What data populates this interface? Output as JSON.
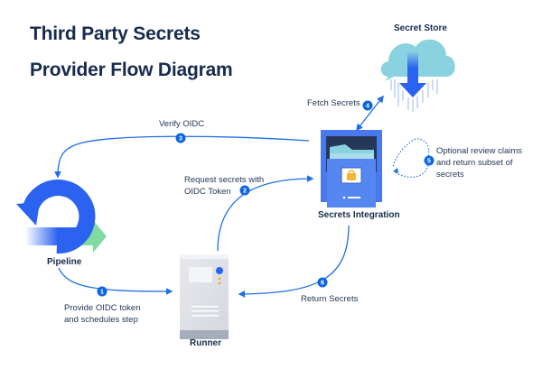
{
  "title": {
    "line1": "Third Party Secrets",
    "line2": "Provider Flow Diagram"
  },
  "nodes": {
    "pipeline": "Pipeline",
    "runner": "Runner",
    "secrets_integration": "Secrets Integration",
    "secret_store": "Secret Store"
  },
  "steps": [
    {
      "number": "1",
      "label_line1": "Provide OIDC token",
      "label_line2": "and schedules step"
    },
    {
      "number": "2",
      "label_line1": "Request secrets with",
      "label_line2": "OIDC Token"
    },
    {
      "number": "3",
      "label_line1": "Verify OIDC",
      "label_line2": ""
    },
    {
      "number": "4",
      "label_line1": "Fetch Secrets",
      "label_line2": ""
    },
    {
      "number": "5",
      "label_line1": "Optional review claims",
      "label_line2": "and return subset of",
      "label_line3": "secrets"
    },
    {
      "number": "6",
      "label_line1": "Return Secrets",
      "label_line2": ""
    }
  ],
  "colors": {
    "title": "#172b4d",
    "arrow": "#1f6fe5",
    "badge": "#0c66e4",
    "pipeline_blue": "#2b63f0",
    "pipeline_green": "#7fdba0",
    "cloud": "#8bd2e0",
    "integration_blue": "#4a78ee",
    "lock": "#f5b433"
  }
}
